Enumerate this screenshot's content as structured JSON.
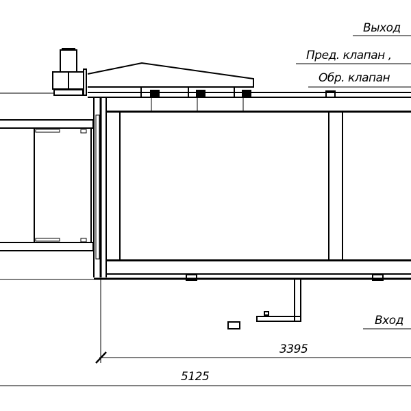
{
  "labels": {
    "outlet": "Выход",
    "relief_valve": "Пред. клапан ,",
    "check_valve": "Обр. клапан",
    "inlet": "Вход"
  },
  "dimensions": {
    "inner": "3395",
    "overall": "5125"
  }
}
